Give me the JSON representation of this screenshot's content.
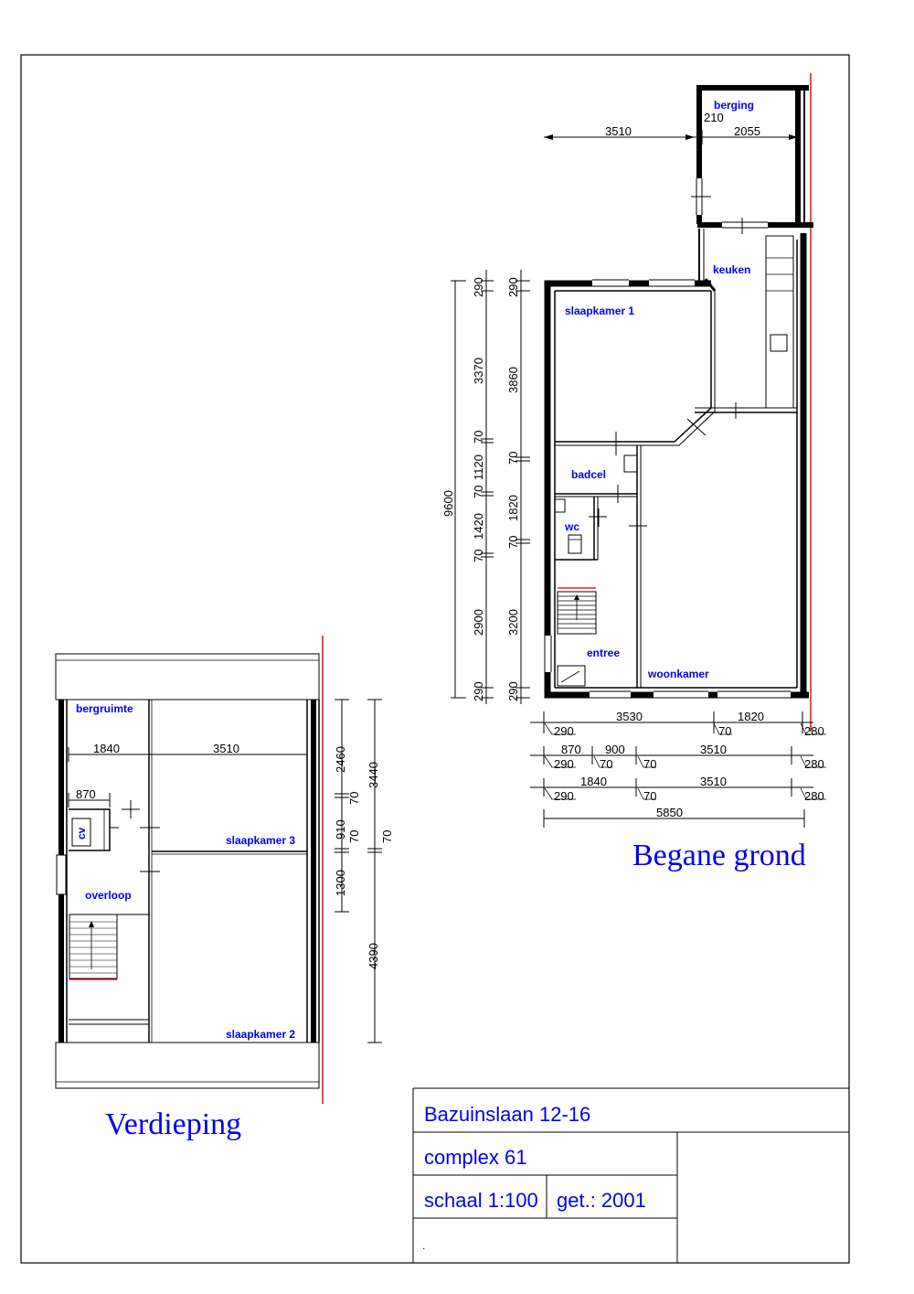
{
  "colors": {
    "walls": "#000000",
    "labels": "#0000ee",
    "property_line": "#dd0000"
  },
  "titles": {
    "ground_floor": "Begane grond",
    "upper_floor": "Verdieping"
  },
  "ground_rooms": {
    "berging": "berging",
    "keuken": "keuken",
    "slaapkamer1": "slaapkamer 1",
    "badcel": "badcel",
    "wc": "wc",
    "entree": "entree",
    "woonkamer": "woonkamer"
  },
  "upper_rooms": {
    "bergruimte": "bergruimte",
    "cv": "cv",
    "slaapkamer3": "slaapkamer 3",
    "overloop": "overloop",
    "slaapkamer2": "slaapkamer 2"
  },
  "ground_dims": {
    "top_3510": "3510",
    "top_210": "210",
    "top_2055": "2055",
    "left_9600": "9600",
    "l1_290a": "290",
    "l1_3370": "3370",
    "l1_70a": "70",
    "l1_1120": "1120",
    "l1_70b": "70",
    "l1_1420": "1420",
    "l1_70c": "70",
    "l1_2900": "2900",
    "l1_290b": "290",
    "l2_290a": "290",
    "l2_3860": "3860",
    "l2_70a": "70",
    "l2_1820": "1820",
    "l2_70b": "70",
    "l2_3200": "3200",
    "l2_290b": "290",
    "b1_3530": "3530",
    "b1_1820": "1820",
    "b1_290": "290",
    "b1_70": "70",
    "b1_280": "280",
    "b2_870": "870",
    "b2_900": "900",
    "b2_3510": "3510",
    "b2_290": "290",
    "b2_70a": "70",
    "b2_70b": "70",
    "b2_280": "280",
    "b3_1840": "1840",
    "b3_3510": "3510",
    "b3_290": "290",
    "b3_70": "70",
    "b3_280": "280",
    "b4_5850": "5850"
  },
  "upper_dims": {
    "d1840": "1840",
    "d3510": "3510",
    "d870": "870",
    "r_2460": "2460",
    "r_70a": "70",
    "r_910": "910",
    "r_70b": "70",
    "r_1300": "1300",
    "r2_3440": "3440",
    "r2_70": "70",
    "r2_4390": "4390"
  },
  "title_block": {
    "address": "Bazuinslaan 12-16",
    "complex": "complex 61",
    "scale": "schaal 1:100",
    "drawn": "get.: 2001",
    "note": "."
  }
}
